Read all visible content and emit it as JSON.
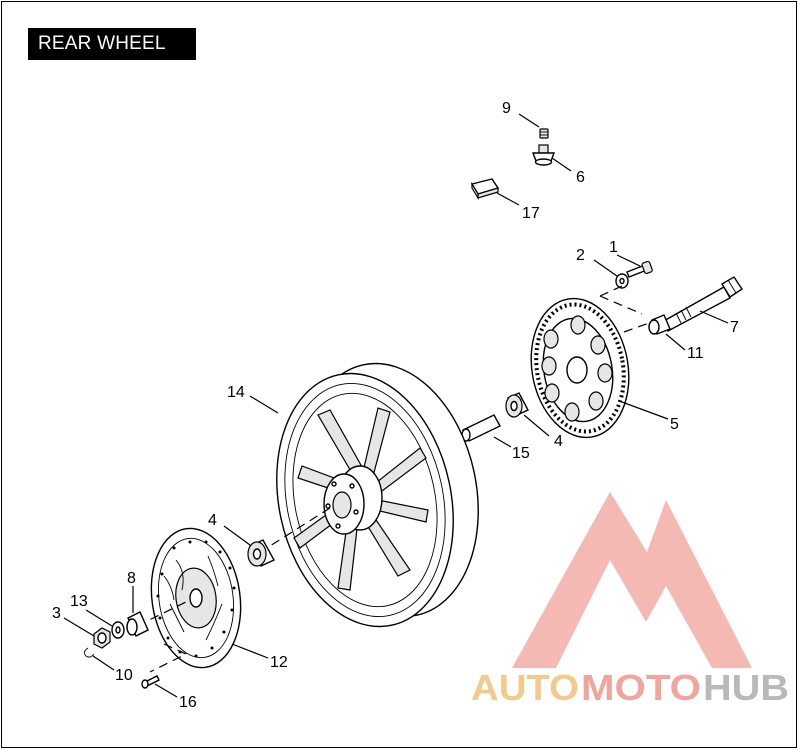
{
  "title": "REAR WHEEL",
  "callouts": [
    "1",
    "2",
    "3",
    "4",
    "4",
    "5",
    "6",
    "7",
    "8",
    "9",
    "10",
    "11",
    "12",
    "13",
    "14",
    "15",
    "16",
    "17"
  ],
  "watermark": {
    "word_a": "AUTO",
    "word_b": "MOTO",
    "word_c": "HUB",
    "color_a": "#F5C98A",
    "color_b": "#F2A59C",
    "color_c": "#B9B9B9",
    "logo_color": "#F0918A"
  }
}
